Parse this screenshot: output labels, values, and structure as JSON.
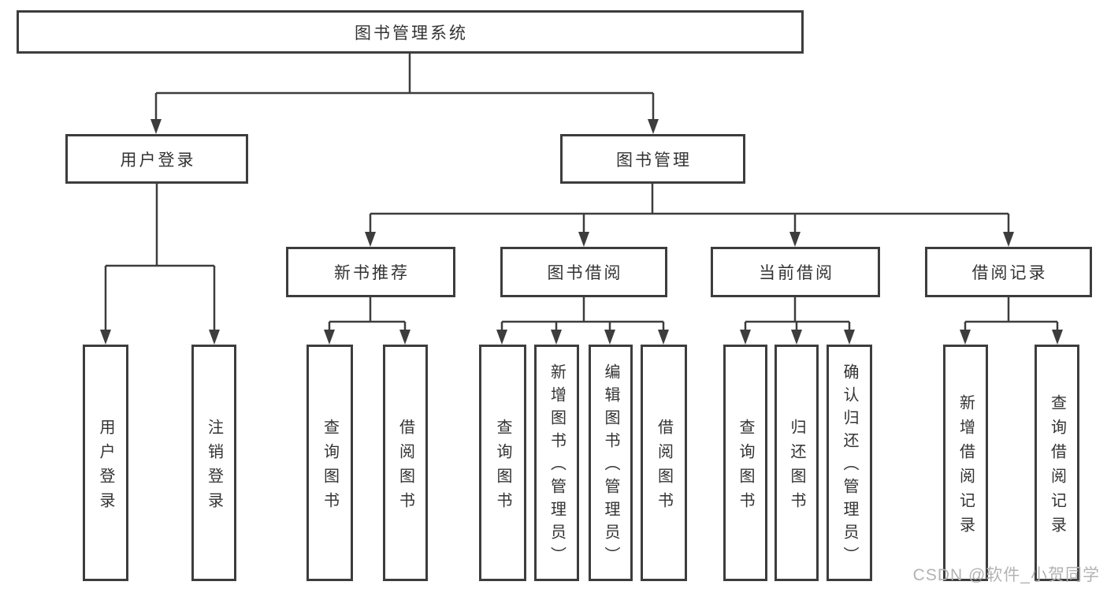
{
  "diagram": {
    "title": "图书管理系统",
    "branches": {
      "user_login": {
        "label": "用户登录",
        "children": [
          {
            "label": "用户登录"
          },
          {
            "label": "注销登录"
          }
        ]
      },
      "book_management": {
        "label": "图书管理",
        "groups": [
          {
            "label": "新书推荐",
            "children": [
              {
                "label": "查询图书"
              },
              {
                "label": "借阅图书"
              }
            ]
          },
          {
            "label": "图书借阅",
            "children": [
              {
                "label": "查询图书"
              },
              {
                "label": "新增图书（管理员）"
              },
              {
                "label": "编辑图书（管理员）"
              },
              {
                "label": "借阅图书"
              }
            ]
          },
          {
            "label": "当前借阅",
            "children": [
              {
                "label": "查询图书"
              },
              {
                "label": "归还图书"
              },
              {
                "label": "确认归还（管理员）"
              }
            ]
          },
          {
            "label": "借阅记录",
            "children": [
              {
                "label": "新增借阅记录"
              },
              {
                "label": "查询借阅记录"
              }
            ]
          }
        ]
      }
    }
  },
  "watermark": "CSDN @软件_小贺同学",
  "colors": {
    "line": "#3d3d3d",
    "text": "#333333",
    "background": "#ffffff",
    "watermark": "#b3b3b3"
  }
}
